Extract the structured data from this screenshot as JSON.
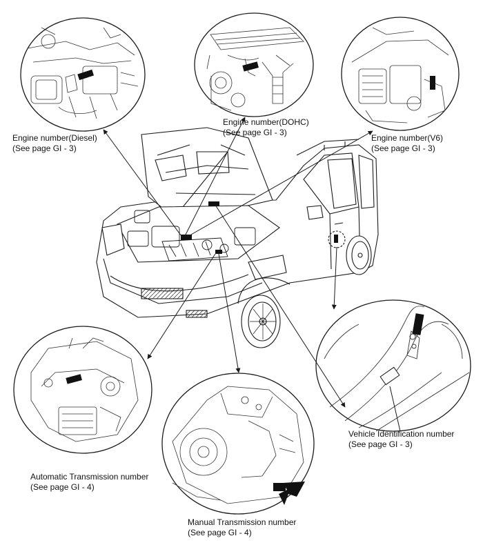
{
  "callouts": {
    "diesel": {
      "name": "Engine number(Diesel)",
      "ref": "(See page GI - 3)"
    },
    "dohc": {
      "name": "Engine number(DOHC)",
      "ref": "(See page GI - 3)"
    },
    "v6": {
      "name": "Engine number(V6)",
      "ref": "(See page GI - 3)"
    },
    "vin": {
      "name": "Vehicle Identification number",
      "ref": "(See page GI - 3)"
    },
    "auto": {
      "name": "Automatic Transmission number",
      "ref": "(See page GI - 4)"
    },
    "manual": {
      "name": "Manual Transmission number",
      "ref": "(See page GI - 4)"
    }
  },
  "colors": {
    "line": "#1a1a1a",
    "label_plate": "#111111",
    "background": "#ffffff"
  }
}
